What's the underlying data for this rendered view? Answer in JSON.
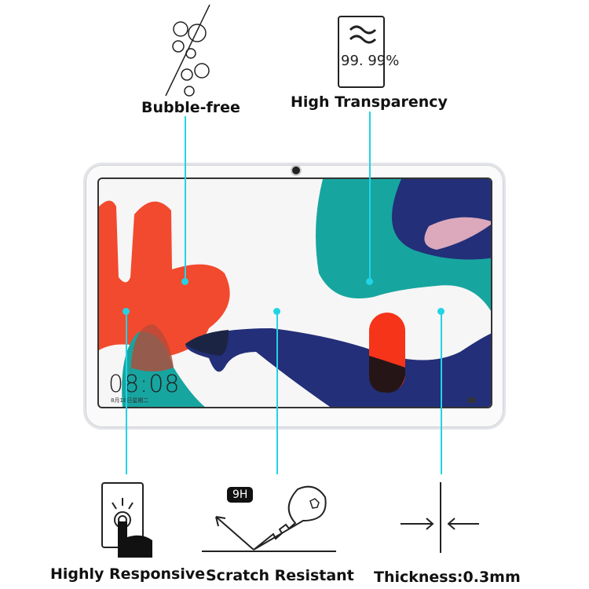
{
  "features": {
    "bubble_free": "Bubble-free",
    "high_transparency": "High Transparency",
    "transparency_value": "99. 99%",
    "highly_responsive": "Highly Responsive",
    "scratch_resistant": "Scratch Resistant",
    "hardness_badge": "9H",
    "thickness": "Thickness:0.3mm"
  },
  "lockscreen": {
    "time": "08:08",
    "date": "8月18日星期二"
  },
  "colors": {
    "accent_line": "#22d3e6",
    "wallpaper_red": "#f24a2e",
    "wallpaper_teal": "#17a5a0",
    "wallpaper_navy": "#232f78",
    "wallpaper_pink": "#dba8bc"
  }
}
